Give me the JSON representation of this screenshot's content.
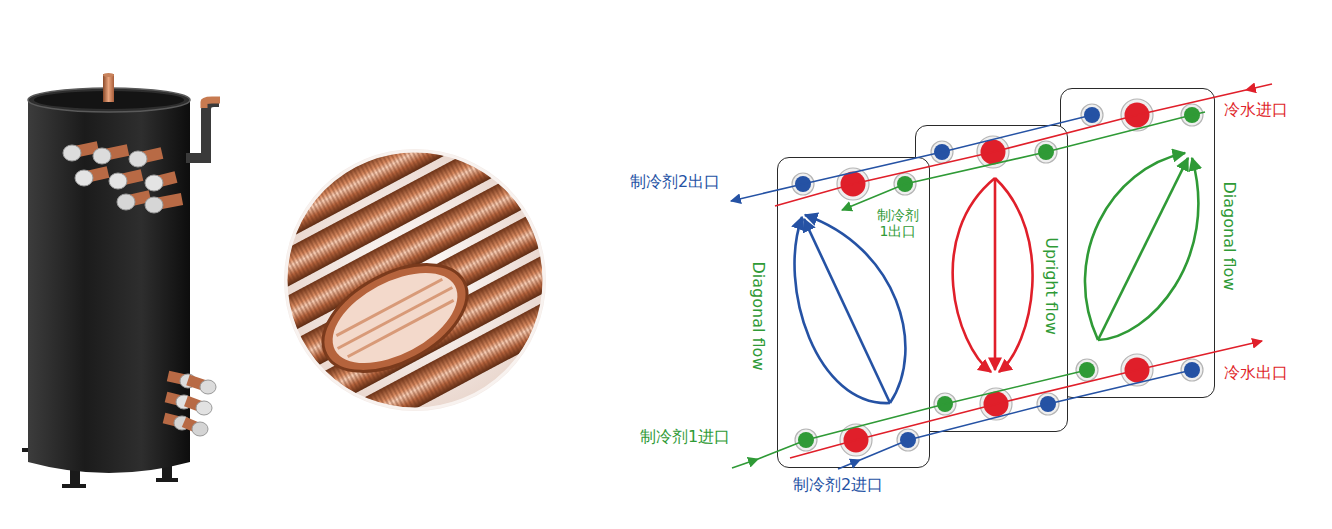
{
  "diagram": {
    "nodes": [
      {
        "text": [
          "Diagonal flow"
        ]
      },
      {
        "text": [
          "Upright flow"
        ]
      },
      {
        "text": [
          "Diagonal flow"
        ]
      }
    ],
    "labels": [
      "制冷剂2出口",
      "制冷剂 1出口",
      "冷水进口",
      "冷水出口",
      "制冷剂1进口",
      "制冷剂2进口"
    ]
  }
}
